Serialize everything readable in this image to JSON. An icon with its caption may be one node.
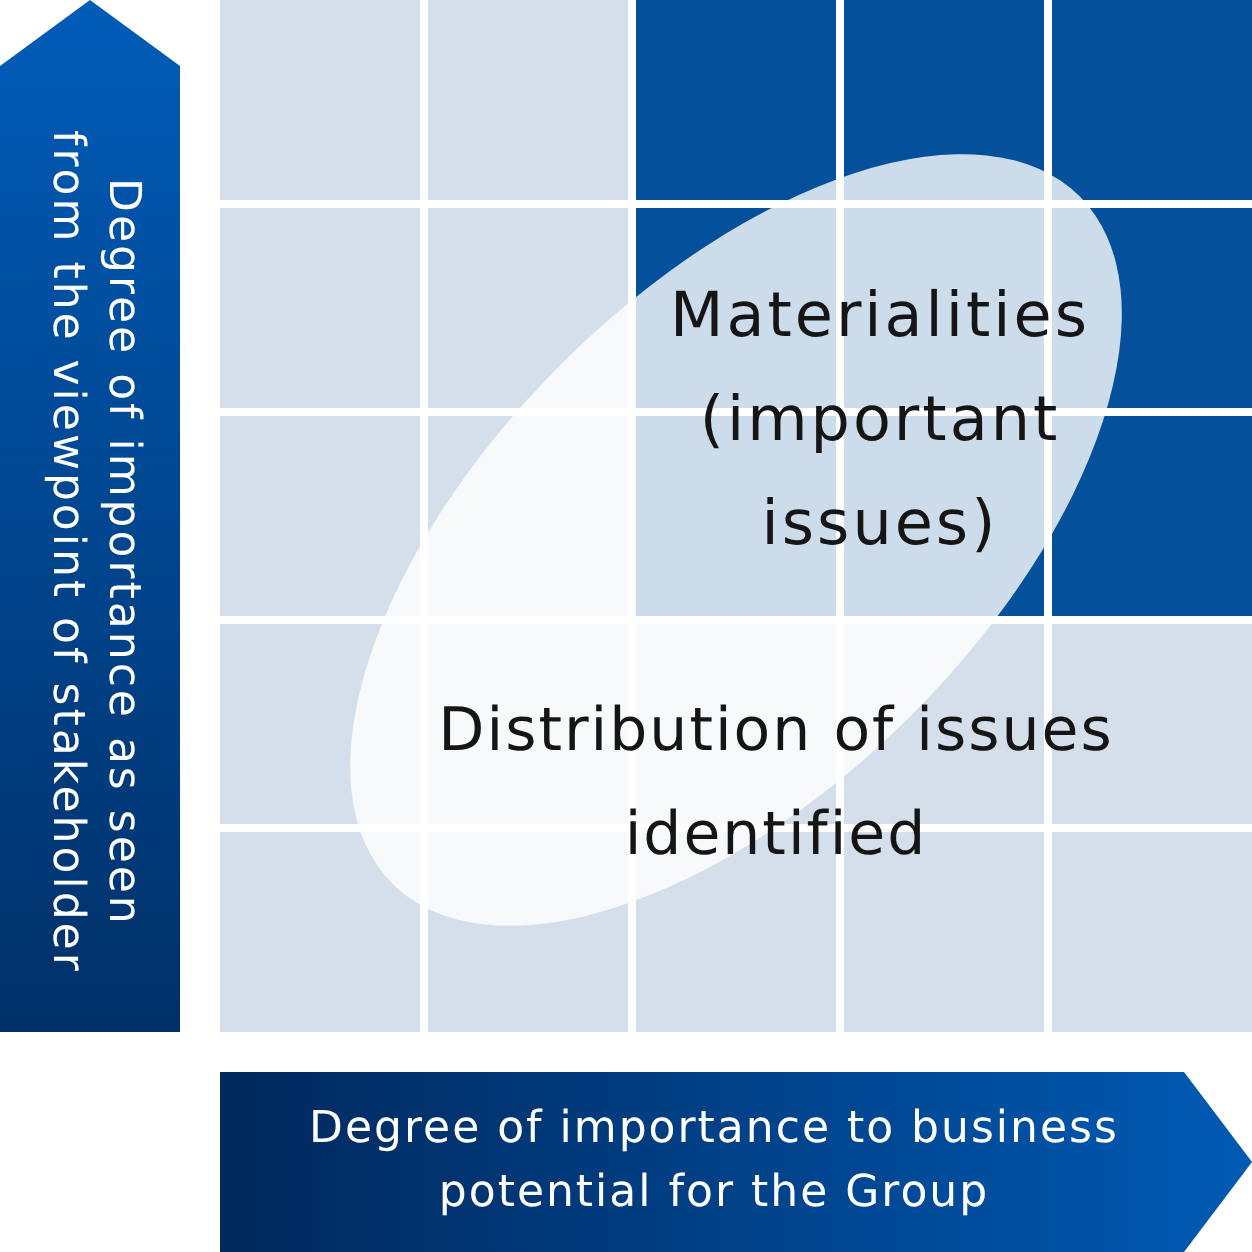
{
  "diagram": {
    "nodes": [
      {
        "text": [
          "Degree of importance as seen from the viewpoint of stakeholder"
        ]
      },
      {
        "text": [
          "Materialities (important issues)"
        ]
      },
      {
        "text": [
          "Distribution of issues identified"
        ]
      },
      {
        "text": [
          "Degree of importance to business potential for the Group"
        ]
      }
    ]
  }
}
